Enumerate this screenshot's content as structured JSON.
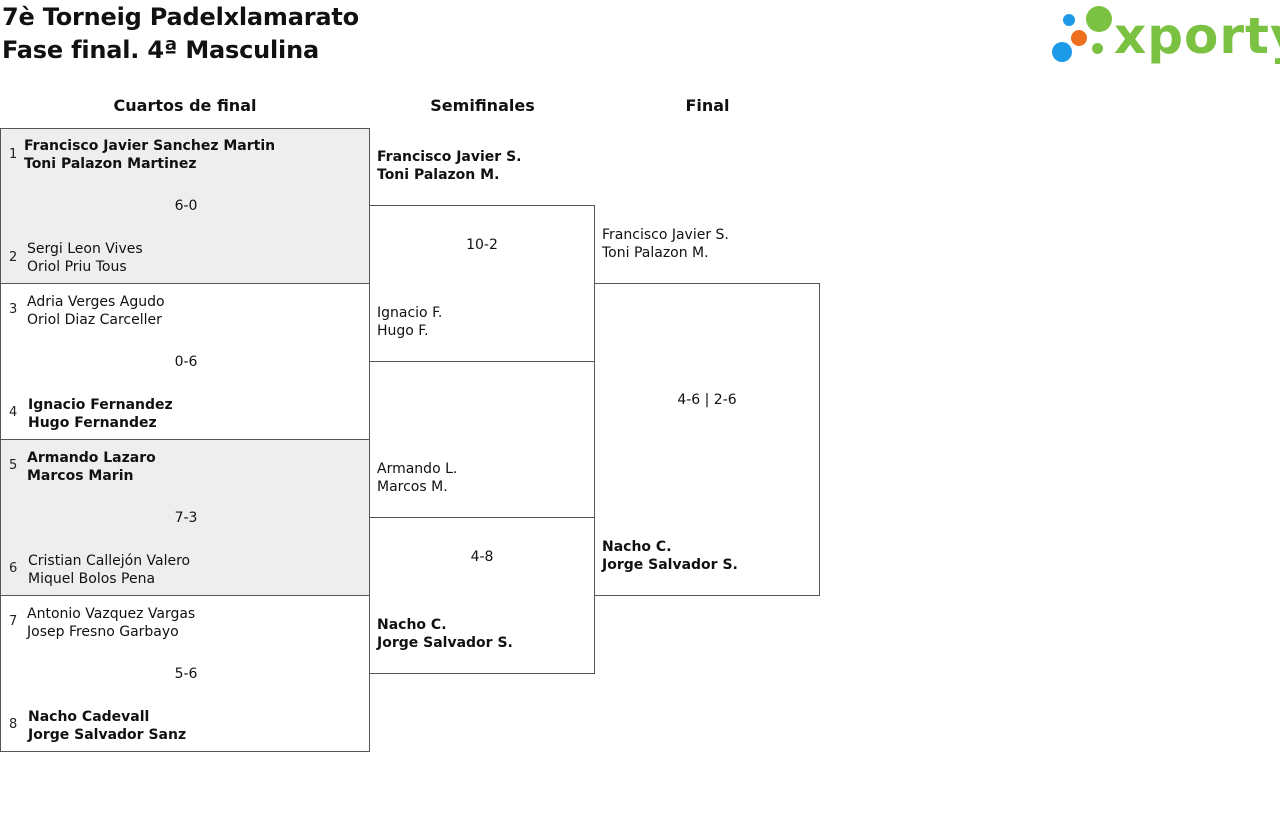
{
  "header": {
    "line1": "7è Torneig Padelxlamarato",
    "line2": "Fase final. 4ª Masculina"
  },
  "logo": {
    "text": "xporty"
  },
  "colors": {
    "shade": "#eeeeee",
    "border": "#555555",
    "brand_green": "#7bc142",
    "brand_blue": "#1e9be8",
    "brand_orange": "#ee6f1e"
  },
  "rounds": [
    "Cuartos de final",
    "Semifinales",
    "Final"
  ],
  "quarterfinals": [
    {
      "score": "6-0",
      "top": {
        "seed": "1",
        "p1": "Francisco Javier Sanchez Martin",
        "p2": "Toni Palazon Martinez"
      },
      "bottom": {
        "seed": "2",
        "p1": "Sergi Leon Vives",
        "p2": "Oriol Priu Tous"
      }
    },
    {
      "score": "0-6",
      "top": {
        "seed": "3",
        "p1": "Adria Verges Agudo",
        "p2": "Oriol Diaz Carceller"
      },
      "bottom": {
        "seed": "4",
        "p1": "Ignacio Fernandez",
        "p2": "Hugo Fernandez"
      }
    },
    {
      "score": "7-3",
      "top": {
        "seed": "5",
        "p1": "Armando Lazaro",
        "p2": "Marcos Marin"
      },
      "bottom": {
        "seed": "6",
        "p1": "Cristian Callejón Valero",
        "p2": "Miquel Bolos Pena"
      }
    },
    {
      "score": "5-6",
      "top": {
        "seed": "7",
        "p1": "Antonio Vazquez Vargas",
        "p2": "Josep Fresno Garbayo"
      },
      "bottom": {
        "seed": "8",
        "p1": "Nacho Cadevall",
        "p2": "Jorge Salvador Sanz"
      }
    }
  ],
  "semifinals": [
    {
      "score": "10-2",
      "top": {
        "p1": "Francisco Javier S.",
        "p2": "Toni Palazon M."
      },
      "bottom": {
        "p1": "Ignacio F.",
        "p2": "Hugo F."
      }
    },
    {
      "score": "4-8",
      "top": {
        "p1": "Armando L.",
        "p2": "Marcos M."
      },
      "bottom": {
        "p1": "Nacho C.",
        "p2": "Jorge Salvador S."
      }
    }
  ],
  "final": {
    "score": "4-6 | 2-6",
    "top": {
      "p1": "Francisco Javier S.",
      "p2": "Toni Palazon M."
    },
    "bottom": {
      "p1": "Nacho C.",
      "p2": "Jorge Salvador S."
    }
  }
}
